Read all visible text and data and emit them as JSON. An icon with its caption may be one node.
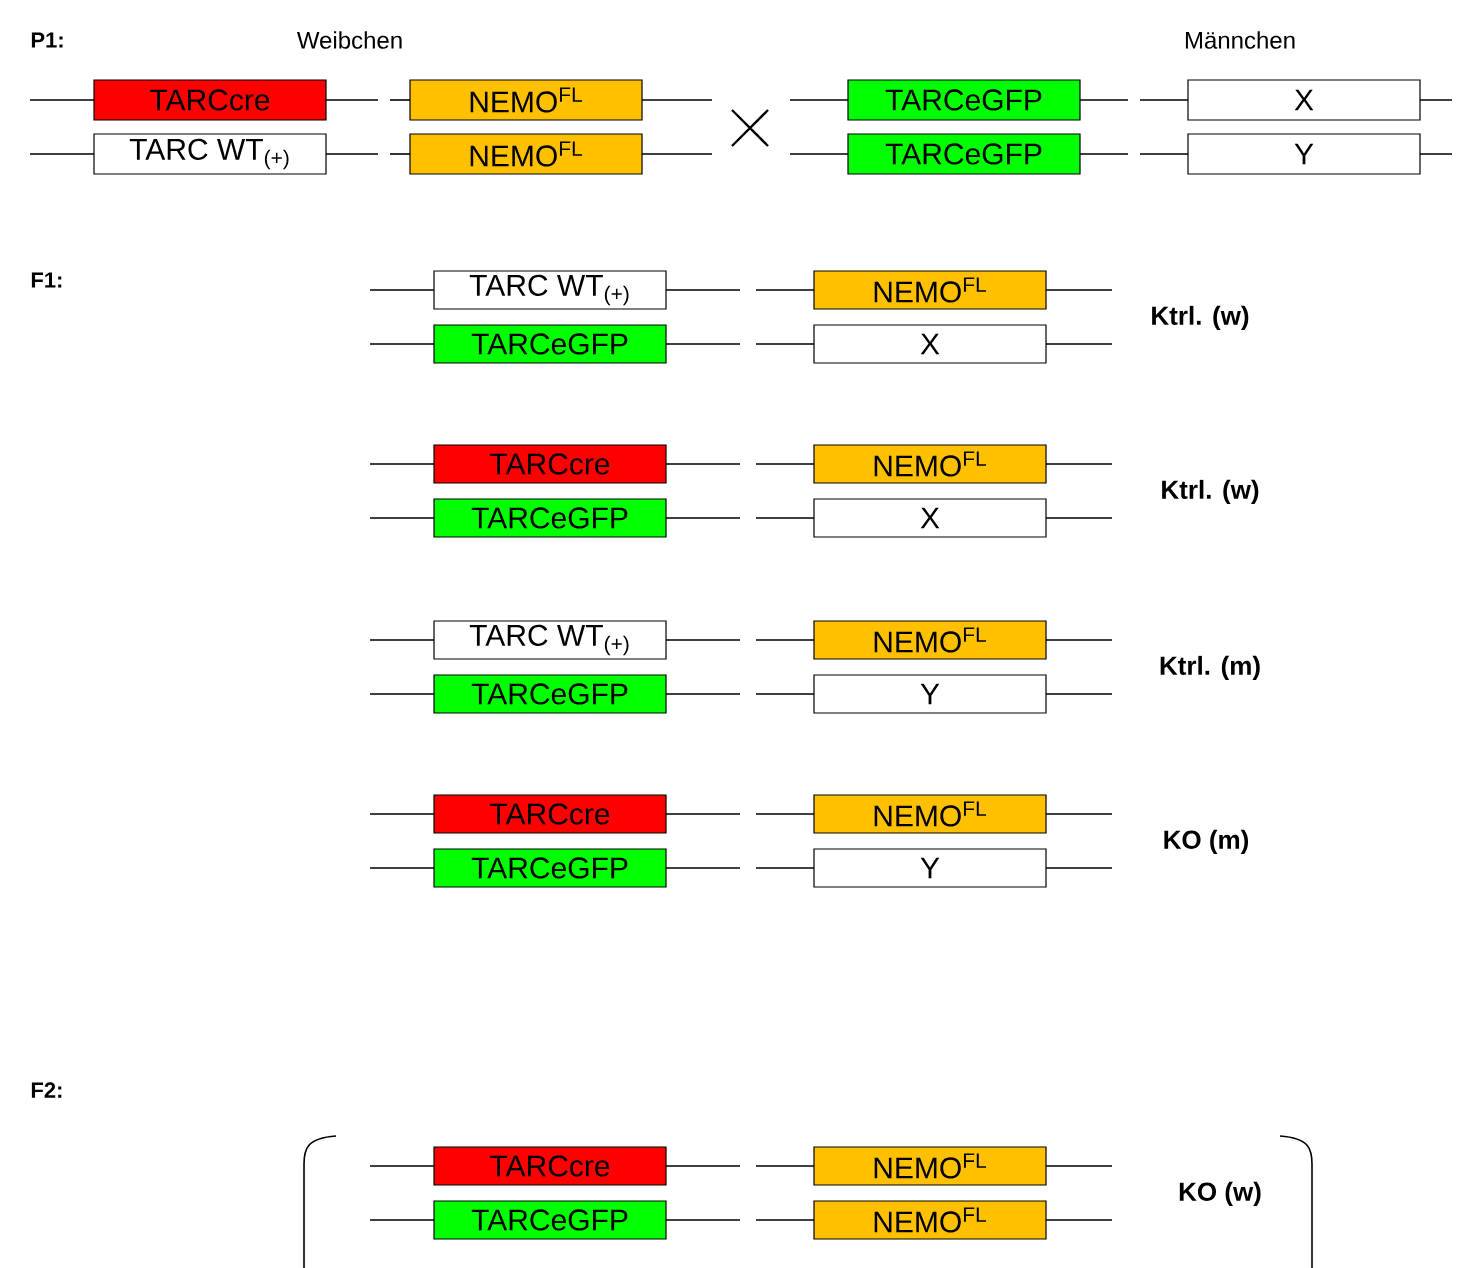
{
  "diagram": {
    "nodes": [
      {
        "text": [
          "TARCcre"
        ]
      },
      {
        "text": [
          "NEMO$^{FL}$"
        ]
      },
      {
        "text": [
          "TARCeGFP"
        ]
      },
      {
        "text": [
          "X"
        ]
      },
      {
        "text": [
          "TARC WT$_{(+)}$"
        ]
      },
      {
        "text": [
          "NEMO$^{FL}$"
        ]
      },
      {
        "text": [
          "TARCeGFP"
        ]
      },
      {
        "text": [
          "Y"
        ]
      },
      {
        "text": [
          "TARC WT$_{(+)}$"
        ]
      },
      {
        "text": [
          "NEMO$^{FL}$"
        ]
      },
      {
        "text": [
          "TARCeGFP"
        ]
      },
      {
        "text": [
          "X"
        ]
      },
      {
        "text": [
          "TARCcre"
        ]
      },
      {
        "text": [
          "NEMO$^{FL}$"
        ]
      },
      {
        "text": [
          "TARCeGFP"
        ]
      },
      {
        "text": [
          "X"
        ]
      },
      {
        "text": [
          "TARC WT$_{(+)}$"
        ]
      },
      {
        "text": [
          "NEMO$^{FL}$"
        ]
      },
      {
        "text": [
          "TARCeGFP"
        ]
      },
      {
        "text": [
          "Y"
        ]
      },
      {
        "text": [
          "TARCcre"
        ]
      },
      {
        "text": [
          "NEMO$^{FL}$"
        ]
      },
      {
        "text": [
          "TARCeGFP"
        ]
      },
      {
        "text": [
          "Y"
        ]
      },
      {
        "text": [
          "TARCcre"
        ]
      },
      {
        "text": [
          "NEMO$^{FL}$"
        ]
      },
      {
        "text": [
          "TARCeGFP"
        ]
      },
      {
        "text": [
          "NEMO$^{FL}$"
        ]
      }
    ],
    "labels": [
      "P1:",
      "Weibchen",
      "Männchen",
      "F1:",
      "Ktrl. (w)",
      "Ktrl. (w)",
      "Ktrl. (m)",
      "KO (m)",
      "F2:",
      "KO (w)"
    ]
  }
}
